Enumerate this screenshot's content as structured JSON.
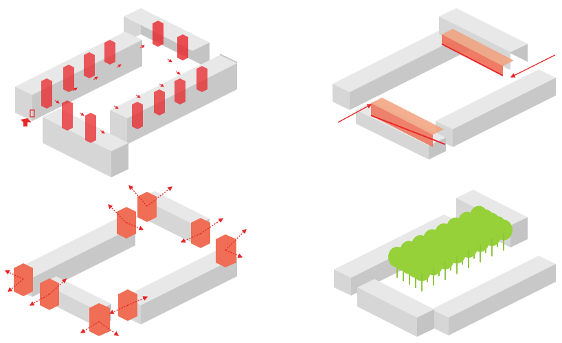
{
  "colors": {
    "background": "#ffffff",
    "block_top": "#e8e8e8",
    "block_left": "#d6d6d6",
    "block_right": "#c4c4c4",
    "block_edge": "#b0b0b0",
    "accent_red": "#e8262a",
    "accent_salmon": "#ef6e55",
    "accent_orange_glass": "#f2a07c",
    "tree_green": "#96d13a",
    "tree_trunk": "#8cc63e"
  },
  "panels": [
    {
      "id": "circulation",
      "label": ""
    },
    {
      "id": "passage",
      "label": ""
    },
    {
      "id": "corners",
      "label": ""
    },
    {
      "id": "courtyard-trees",
      "label": ""
    }
  ]
}
